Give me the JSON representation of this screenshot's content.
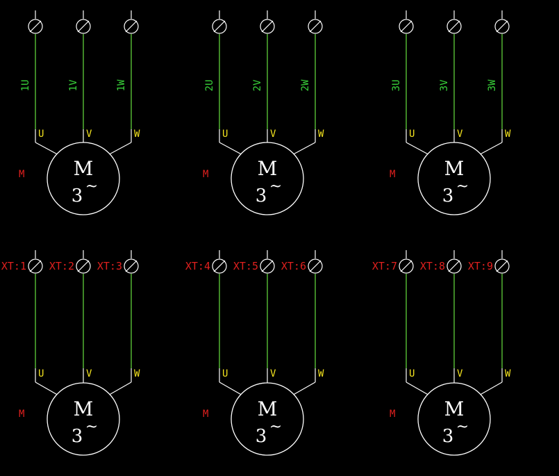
{
  "colors": {
    "background": "#000000",
    "wire": "#5fd03a",
    "wire_label": "#39d43a",
    "phase_label": "#f2e21e",
    "tag_label": "#e0201e",
    "symbol": "#ffffff"
  },
  "motor_symbol": {
    "letter": "M",
    "phases": "3",
    "ac_sign": "~"
  },
  "rows": [
    {
      "motors": [
        {
          "tag": "M",
          "phases": [
            "U",
            "V",
            "W"
          ],
          "wire_labels": [
            "1U",
            "1V",
            "1W"
          ],
          "terminal_labels": []
        },
        {
          "tag": "M",
          "phases": [
            "U",
            "V",
            "W"
          ],
          "wire_labels": [
            "2U",
            "2V",
            "2W"
          ],
          "terminal_labels": []
        },
        {
          "tag": "M",
          "phases": [
            "U",
            "V",
            "W"
          ],
          "wire_labels": [
            "3U",
            "3V",
            "3W"
          ],
          "terminal_labels": []
        }
      ]
    },
    {
      "motors": [
        {
          "tag": "M",
          "phases": [
            "U",
            "V",
            "W"
          ],
          "wire_labels": [],
          "terminal_labels": [
            "XT:1",
            "XT:2",
            "XT:3"
          ]
        },
        {
          "tag": "M",
          "phases": [
            "U",
            "V",
            "W"
          ],
          "wire_labels": [],
          "terminal_labels": [
            "XT:4",
            "XT:5",
            "XT:6"
          ]
        },
        {
          "tag": "M",
          "phases": [
            "U",
            "V",
            "W"
          ],
          "wire_labels": [],
          "terminal_labels": [
            "XT:7",
            "XT:8",
            "XT:9"
          ]
        }
      ]
    }
  ]
}
